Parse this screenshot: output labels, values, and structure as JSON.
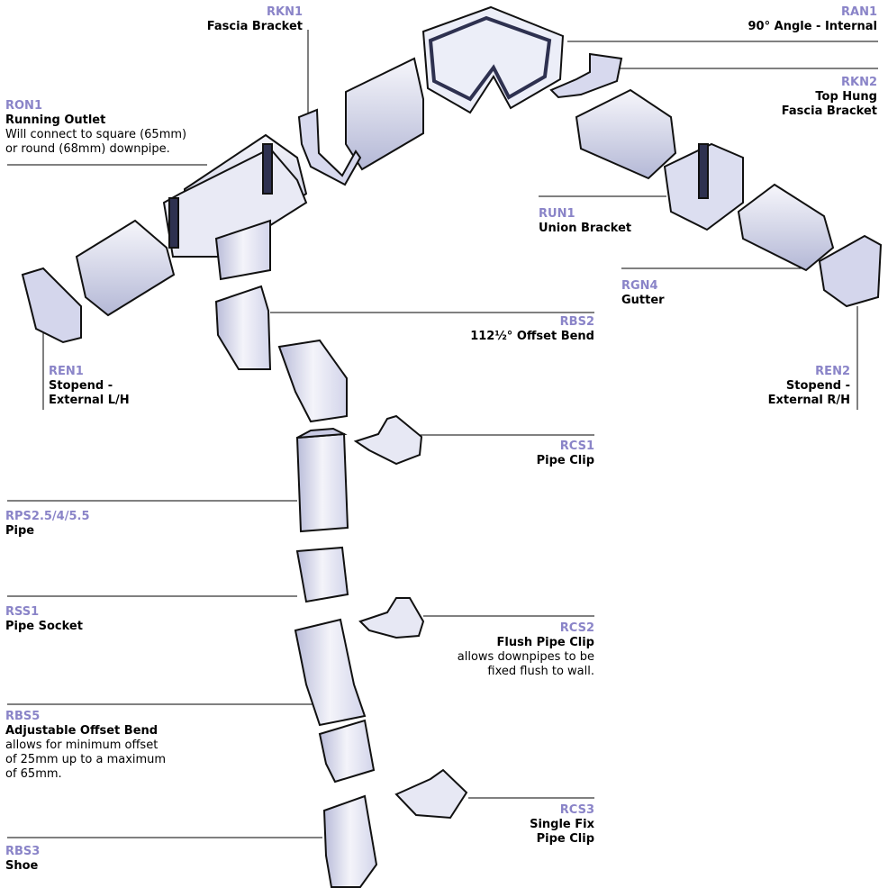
{
  "colors": {
    "code": "#8a84c8",
    "part_fill": "#f2f2f8",
    "part_shade": "#c9cbe4",
    "part_dark": "#2e3150",
    "outline": "#111111"
  },
  "labels": {
    "rkn1": {
      "code": "RKN1",
      "name": "Fascia Bracket"
    },
    "ran1": {
      "code": "RAN1",
      "name": "90° Angle - Internal"
    },
    "rkn2": {
      "code": "RKN2",
      "name_line1": "Top Hung",
      "name_line2": "Fascia Bracket"
    },
    "ron1": {
      "code": "RON1",
      "name": "Running Outlet",
      "note_line1": "Will connect to square (65mm)",
      "note_line2": "or round (68mm) downpipe."
    },
    "run1": {
      "code": "RUN1",
      "name": "Union Bracket"
    },
    "rgn4": {
      "code": "RGN4",
      "name": "Gutter"
    },
    "rbs2": {
      "code": "RBS2",
      "name": "112½° Offset Bend"
    },
    "ren1": {
      "code": "REN1",
      "name_line1": "Stopend -",
      "name_line2": "External L/H"
    },
    "ren2": {
      "code": "REN2",
      "name_line1": "Stopend -",
      "name_line2": "External R/H"
    },
    "rcs1": {
      "code": "RCS1",
      "name": "Pipe Clip"
    },
    "rps": {
      "code": "RPS2.5/4/5.5",
      "name": "Pipe"
    },
    "rss1": {
      "code": "RSS1",
      "name": "Pipe Socket"
    },
    "rcs2": {
      "code": "RCS2",
      "name": "Flush Pipe Clip",
      "note_line1": "allows downpipes to be",
      "note_line2": "fixed flush to wall."
    },
    "rbs5": {
      "code": "RBS5",
      "name": "Adjustable Offset Bend",
      "note_line1": "allows for minimum offset",
      "note_line2": "of 25mm up to a maximum",
      "note_line3": "of 65mm."
    },
    "rcs3": {
      "code": "RCS3",
      "name_line1": "Single Fix",
      "name_line2": "Pipe Clip"
    },
    "rbs3": {
      "code": "RBS3",
      "name": "Shoe"
    }
  }
}
